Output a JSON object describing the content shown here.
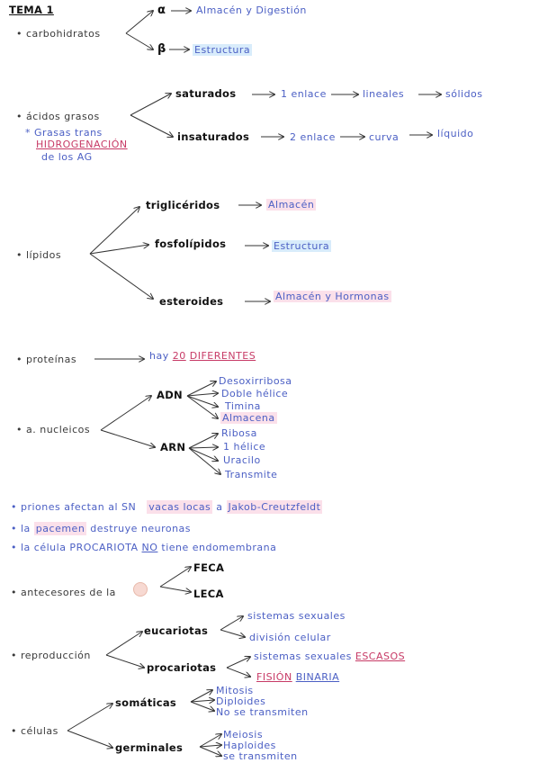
{
  "title": "TEMA 1",
  "carbohidratos": {
    "label": "carbohidratos",
    "alpha": "α",
    "alpha_desc": "Almacén y Digestión",
    "beta": "β",
    "beta_desc": "Estructura"
  },
  "grasos": {
    "label": "ácidos grasos",
    "note1": "Grasas trans",
    "note2": "HIDROGENACIÓN",
    "note3": "de los AG",
    "sat": "saturados",
    "sat_1": "1 enlace",
    "sat_2": "lineales",
    "sat_3": "sólidos",
    "insat": "insaturados",
    "insat_1": "2 enlace",
    "insat_2": "curva",
    "insat_3": "líquido"
  },
  "lipidos": {
    "label": "lípidos",
    "trig": "triglicéridos",
    "trig_desc": "Almacén",
    "fosfo": "fosfolípidos",
    "fosfo_desc": "Estructura",
    "ester": "esteroides",
    "ester_desc": "Almacén y Hormonas"
  },
  "proteinas": {
    "label": "proteínas",
    "desc_pre": "hay",
    "desc_num": "20",
    "desc_post": "DIFERENTES"
  },
  "nucleicos": {
    "label": "a. nucleicos",
    "adn": "ADN",
    "adn_items": [
      "Desoxirribosa",
      "Doble hélice",
      "Timina",
      "Almacena"
    ],
    "arn": "ARN",
    "arn_items": [
      "Ribosa",
      "1 hélice",
      "Uracilo",
      "Transmite"
    ]
  },
  "facts": {
    "f1_a": "priones afectan al SN",
    "f1_b": "vacas locas",
    "f1_c": "a",
    "f1_d": "Jakob-Creutzfeldt",
    "f2_a": "la",
    "f2_b": "pacemen",
    "f2_c": "destruye neuronas",
    "f3_a": "la célula PROCARIOTA",
    "f3_b": "NO",
    "f3_c": "tiene endomembrana"
  },
  "antecesores": {
    "label": "antecesores de la",
    "a": "FECA",
    "b": "LECA"
  },
  "reproduccion": {
    "label": "reproducción",
    "euc": "eucariotas",
    "euc_1": "sistemas sexuales",
    "euc_2": "división celular",
    "pro": "procariotas",
    "pro_1": "sistemas sexuales",
    "pro_1b": "ESCASOS",
    "pro_2a": "FISIÓN",
    "pro_2b": "BINARIA"
  },
  "celulas": {
    "label": "células",
    "som": "somáticas",
    "som_items": [
      "Mitosis",
      "Diploides",
      "No se transmiten"
    ],
    "germ": "germinales",
    "germ_items": [
      "Meiosis",
      "Haploides",
      "se transmiten"
    ]
  }
}
